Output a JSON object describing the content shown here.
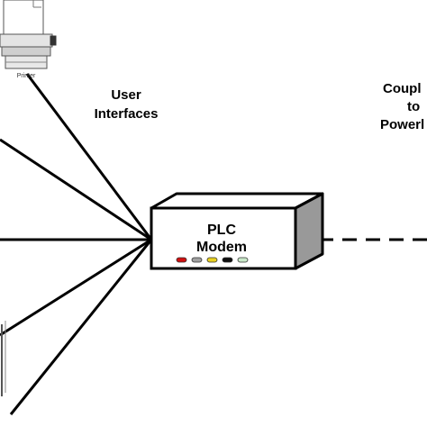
{
  "labels": {
    "printer": "Printer",
    "user_interfaces_line1": "User",
    "user_interfaces_line2": "Interfaces",
    "coupling_line1": "Coupl",
    "coupling_line2": "to",
    "coupling_line3": "Powerl",
    "modem_line1": "PLC",
    "modem_line2": "Modem"
  },
  "colors": {
    "line": "#000000",
    "box_front": "#ffffff",
    "box_top": "#ffffff",
    "box_side": "#999999",
    "printer_body": "#e0e0e0"
  },
  "modem_indicator_lights": [
    {
      "name": "red-light",
      "color": "#d01010"
    },
    {
      "name": "gray-light",
      "color": "#a0a0a0"
    },
    {
      "name": "yellow-light",
      "color": "#e8d020"
    },
    {
      "name": "black-light",
      "color": "#101010"
    },
    {
      "name": "light-green-light",
      "color": "#c8e8c8"
    }
  ]
}
